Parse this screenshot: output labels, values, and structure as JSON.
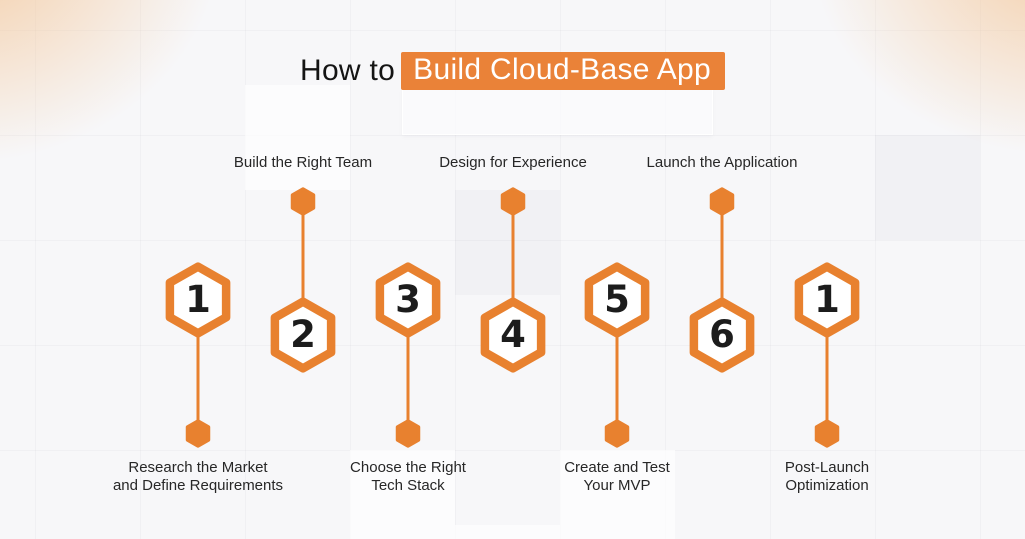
{
  "title": {
    "prefix": "How to",
    "highlight": "Build Cloud-Base App"
  },
  "colors": {
    "accent_orange": "#E8812F",
    "title_highlight_bg": "#EA8238",
    "title_highlight_text": "#FFFFFF",
    "number_text": "#1C1C1C",
    "label_text": "#272727",
    "background": "#F7F7F9",
    "corner_glow": "#F3C494"
  },
  "steps": [
    {
      "number": "1",
      "label": "Research the Market\nand Define Requirements",
      "label_position": "bottom"
    },
    {
      "number": "2",
      "label": "Build the Right Team",
      "label_position": "top"
    },
    {
      "number": "3",
      "label": "Choose the Right\nTech Stack",
      "label_position": "bottom"
    },
    {
      "number": "4",
      "label": "Design for Experience",
      "label_position": "top"
    },
    {
      "number": "5",
      "label": "Create and Test\nYour MVP",
      "label_position": "bottom"
    },
    {
      "number": "6",
      "label": "Launch the Application",
      "label_position": "top"
    },
    {
      "number": "1",
      "label": "Post-Launch\nOptimization",
      "label_position": "bottom"
    }
  ]
}
